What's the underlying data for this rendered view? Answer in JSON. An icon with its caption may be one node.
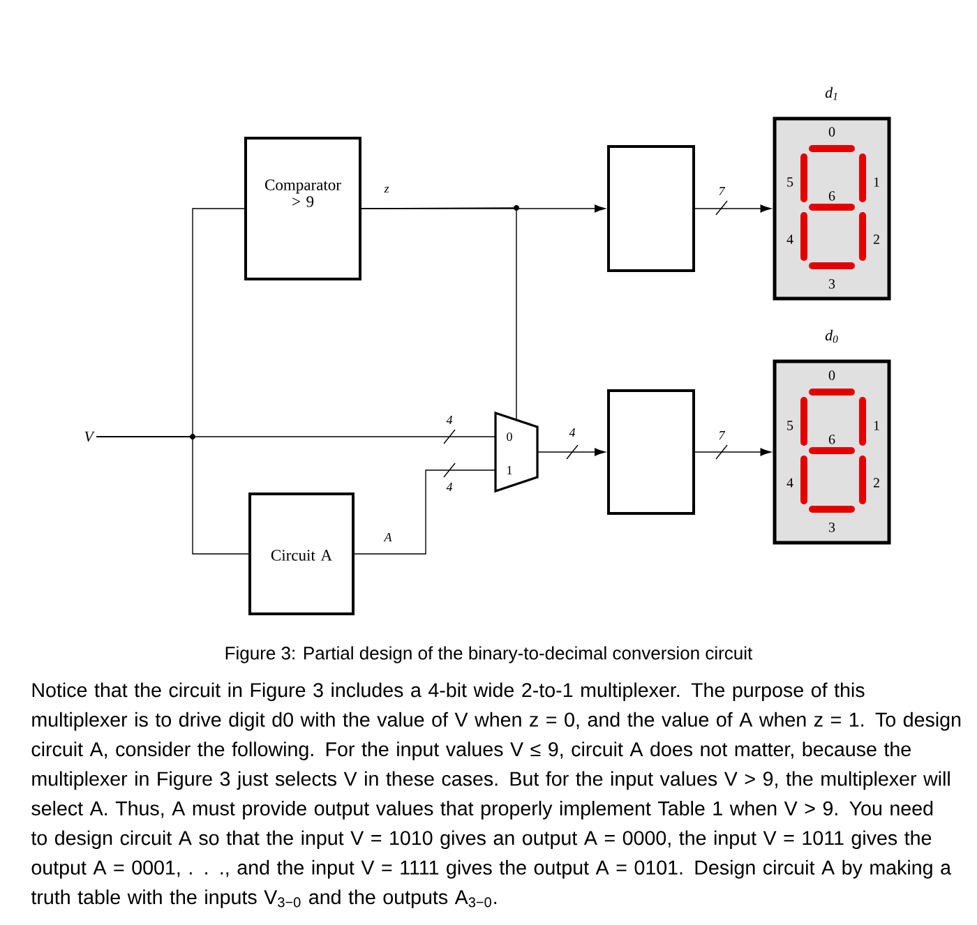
{
  "diagram": {
    "caption": "Figure 3: Partial design of the binary-to-decimal conversion circuit",
    "nodes": [
      {
        "text": [
          "V"
        ]
      },
      {
        "text": [
          "Comparator > 9"
        ]
      },
      {
        "text": [
          "Circuit A"
        ]
      },
      {
        "text": [
          "0",
          "1"
        ]
      },
      {
        "text": [],
        "shape": "box"
      },
      {
        "text": [],
        "shape": "box"
      },
      {
        "text": [
          "0",
          "5",
          "6",
          "1",
          "4",
          "2",
          "3"
        ],
        "beside": [
          "d$_{1}$"
        ]
      },
      {
        "text": [
          "0",
          "5",
          "6",
          "1",
          "4",
          "2",
          "3"
        ],
        "beside": [
          "d$_{0}$"
        ]
      }
    ],
    "edges": [
      {
        "from": 0,
        "to": 1,
        "arrow": "none"
      },
      {
        "from": 0,
        "to": 3,
        "arrow": "none",
        "label": "4"
      },
      {
        "from": 0,
        "to": 2,
        "arrow": "none"
      },
      {
        "from": 1,
        "to": 4,
        "arrow": "to",
        "label": "z"
      },
      {
        "from": 1,
        "to": 3,
        "arrow": "none"
      },
      {
        "from": 2,
        "to": 3,
        "arrow": "none",
        "label": "A"
      },
      {
        "from": 3,
        "to": 5,
        "arrow": "to",
        "label": "4"
      },
      {
        "from": 4,
        "to": 6,
        "arrow": "to",
        "label": "7"
      },
      {
        "from": 5,
        "to": 7,
        "arrow": "to",
        "label": "7"
      }
    ],
    "labels": [
      "4",
      "Notice that the circuit in Figure 3 includes a 4-bit wide 2-to-1 multiplexer. The purpose of this multiplexer is to drive digit d0 with the value of V when z = 0, and the value of A when z = 1. To design circuit A, consider the following. For the input values V ≤ 9, circuit A does not matter, because the multiplexer in Figure 3 just selects V in these cases. But for the input values V > 9, the multiplexer will select A. Thus, A must provide output values that properly implement Table 1 when V > 9. You need to design circuit A so that the input V = 1010 gives an output A = 0000, the input V = 1011 gives the output A = 0001, . . ., and the input V = 1111 gives the output A = 0101. Design circuit A by making a truth table with the inputs V$_{3−0}$ and the outputs A$_{3−0}$."
    ]
  }
}
